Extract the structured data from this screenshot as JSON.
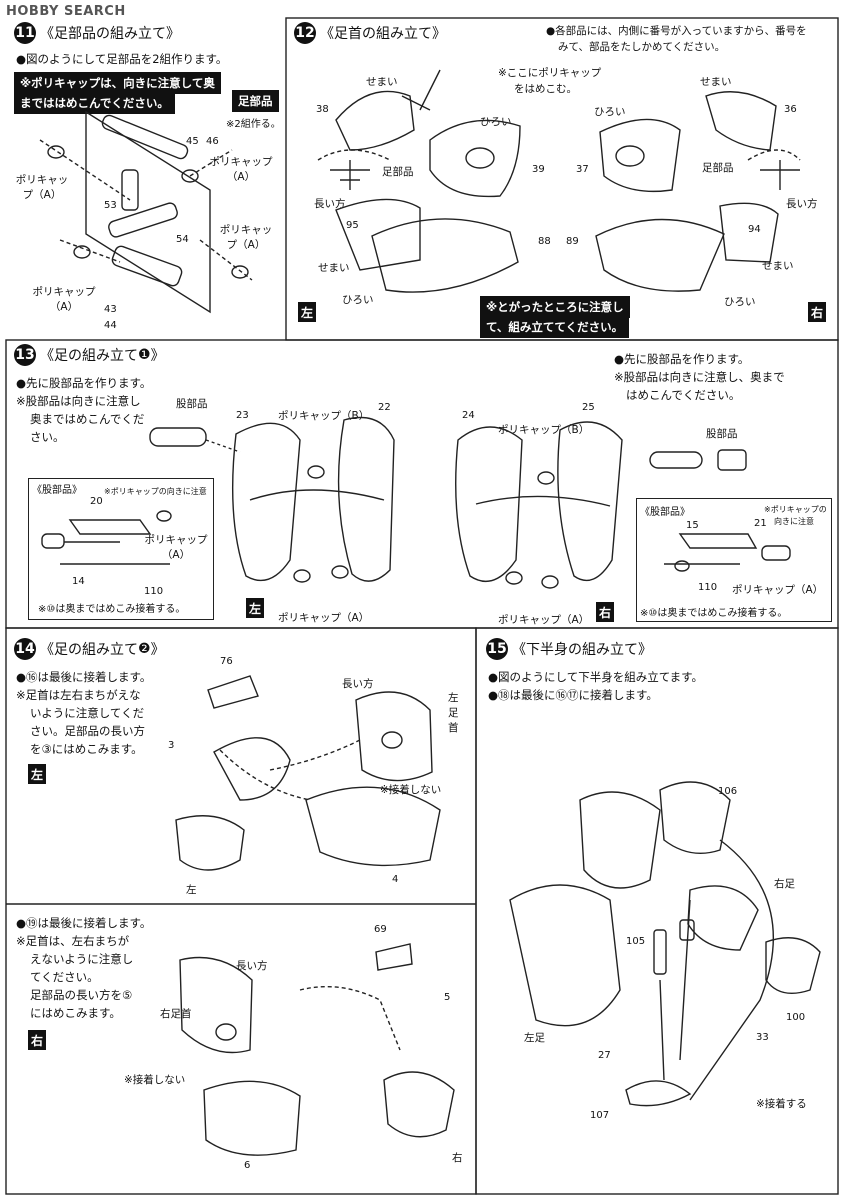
{
  "watermark": "HOBBY SEARCH",
  "step11": {
    "num": "11",
    "title": "《足部品の組み立て》",
    "line1": "●図のようにして足部品を2組作ります。",
    "warn1": "※ポリキャップは、向きに注意して奥",
    "warn2": "までははめこんでください。",
    "tag": "足部品",
    "note": "※2組作る。",
    "labels": [
      "ポリキャップ（A）",
      "ポリキャップ（A）",
      "ポリキャップ（A）",
      "ポリキャップ（A）"
    ],
    "parts": [
      "45",
      "46",
      "53",
      "54",
      "43",
      "44"
    ]
  },
  "step12": {
    "num": "12",
    "title": "《足首の組み立て》",
    "line1": "●各部品には、内側に番号が入っていますから、番号を",
    "line2": "みて、部品をたしかめてください。",
    "poly1": "※ここにポリキャップ",
    "poly2": "をはめこむ。",
    "words": [
      "せまい",
      "ひろい",
      "足部品",
      "長い方",
      "せまい",
      "ひろい",
      "ひろい",
      "足部品",
      "長い方",
      "せまい",
      "ひろい",
      "せまい"
    ],
    "parts": [
      "38",
      "39",
      "95",
      "88",
      "36",
      "37",
      "89",
      "94"
    ],
    "warn1": "※とがったところに注意し",
    "warn2": "て、組み立ててください。",
    "left": "左",
    "right": "右"
  },
  "step13": {
    "num": "13",
    "title": "《足の組み立て",
    "title_mark": "❶",
    "left_lines": [
      "●先に股部品を作ります。",
      "※股部品は向きに注意し",
      "奥まではめこんでくだ",
      "さい。"
    ],
    "right_lines": [
      "●先に股部品を作ります。",
      "※股部品は向きに注意し、奥まで",
      "はめこんでください。"
    ],
    "box_title": "《股部品》",
    "box_note": "※ポリキャップの向きに注意",
    "box_poly": "ポリキャップ（A）",
    "box_glue": "※⑩は奥まではめこみ接着する。",
    "words": [
      "股部品",
      "ポリキャップ（B）",
      "ポリキャップ（A）",
      "ポリキャップ（B）",
      "ポリキャップ（A）",
      "股部品"
    ],
    "box_note_r1": "※ポリキャップの",
    "box_note_r2": "向きに注意",
    "parts": [
      "23",
      "22",
      "24",
      "25",
      "20",
      "14",
      "110",
      "15",
      "21",
      "110"
    ],
    "left": "左",
    "right": "右"
  },
  "step14": {
    "num": "14",
    "title": "《足の組み立て",
    "title_mark": "❷",
    "left_lines": [
      "●⑯は最後に接着します。",
      "※足首は左右まちがえな",
      "いように注意してくだ",
      "さい。足部品の長い方",
      "を③にはめこみます。"
    ],
    "right_lines": [
      "●⑲は最後に接着します。",
      "※足首は、左右まちが",
      "えないように注意し",
      "てください。",
      "足部品の長い方を⑤",
      "にはめこみます。"
    ],
    "words": [
      "長い方",
      "左足首",
      "※接着しない",
      "左",
      "長い方",
      "右足首",
      "※接着しない",
      "右"
    ],
    "parts": [
      "76",
      "3",
      "4",
      "69",
      "5",
      "6"
    ],
    "left": "左",
    "right": "右"
  },
  "step15": {
    "num": "15",
    "title": "《下半身の組み立て》",
    "line1": "●図のようにして下半身を組み立てます。",
    "line2": "●⑱は最後に⑯⑰に接着します。",
    "words": [
      "右足",
      "左足",
      "※接着する"
    ],
    "parts": [
      "106",
      "105",
      "100",
      "33",
      "27",
      "107"
    ]
  }
}
